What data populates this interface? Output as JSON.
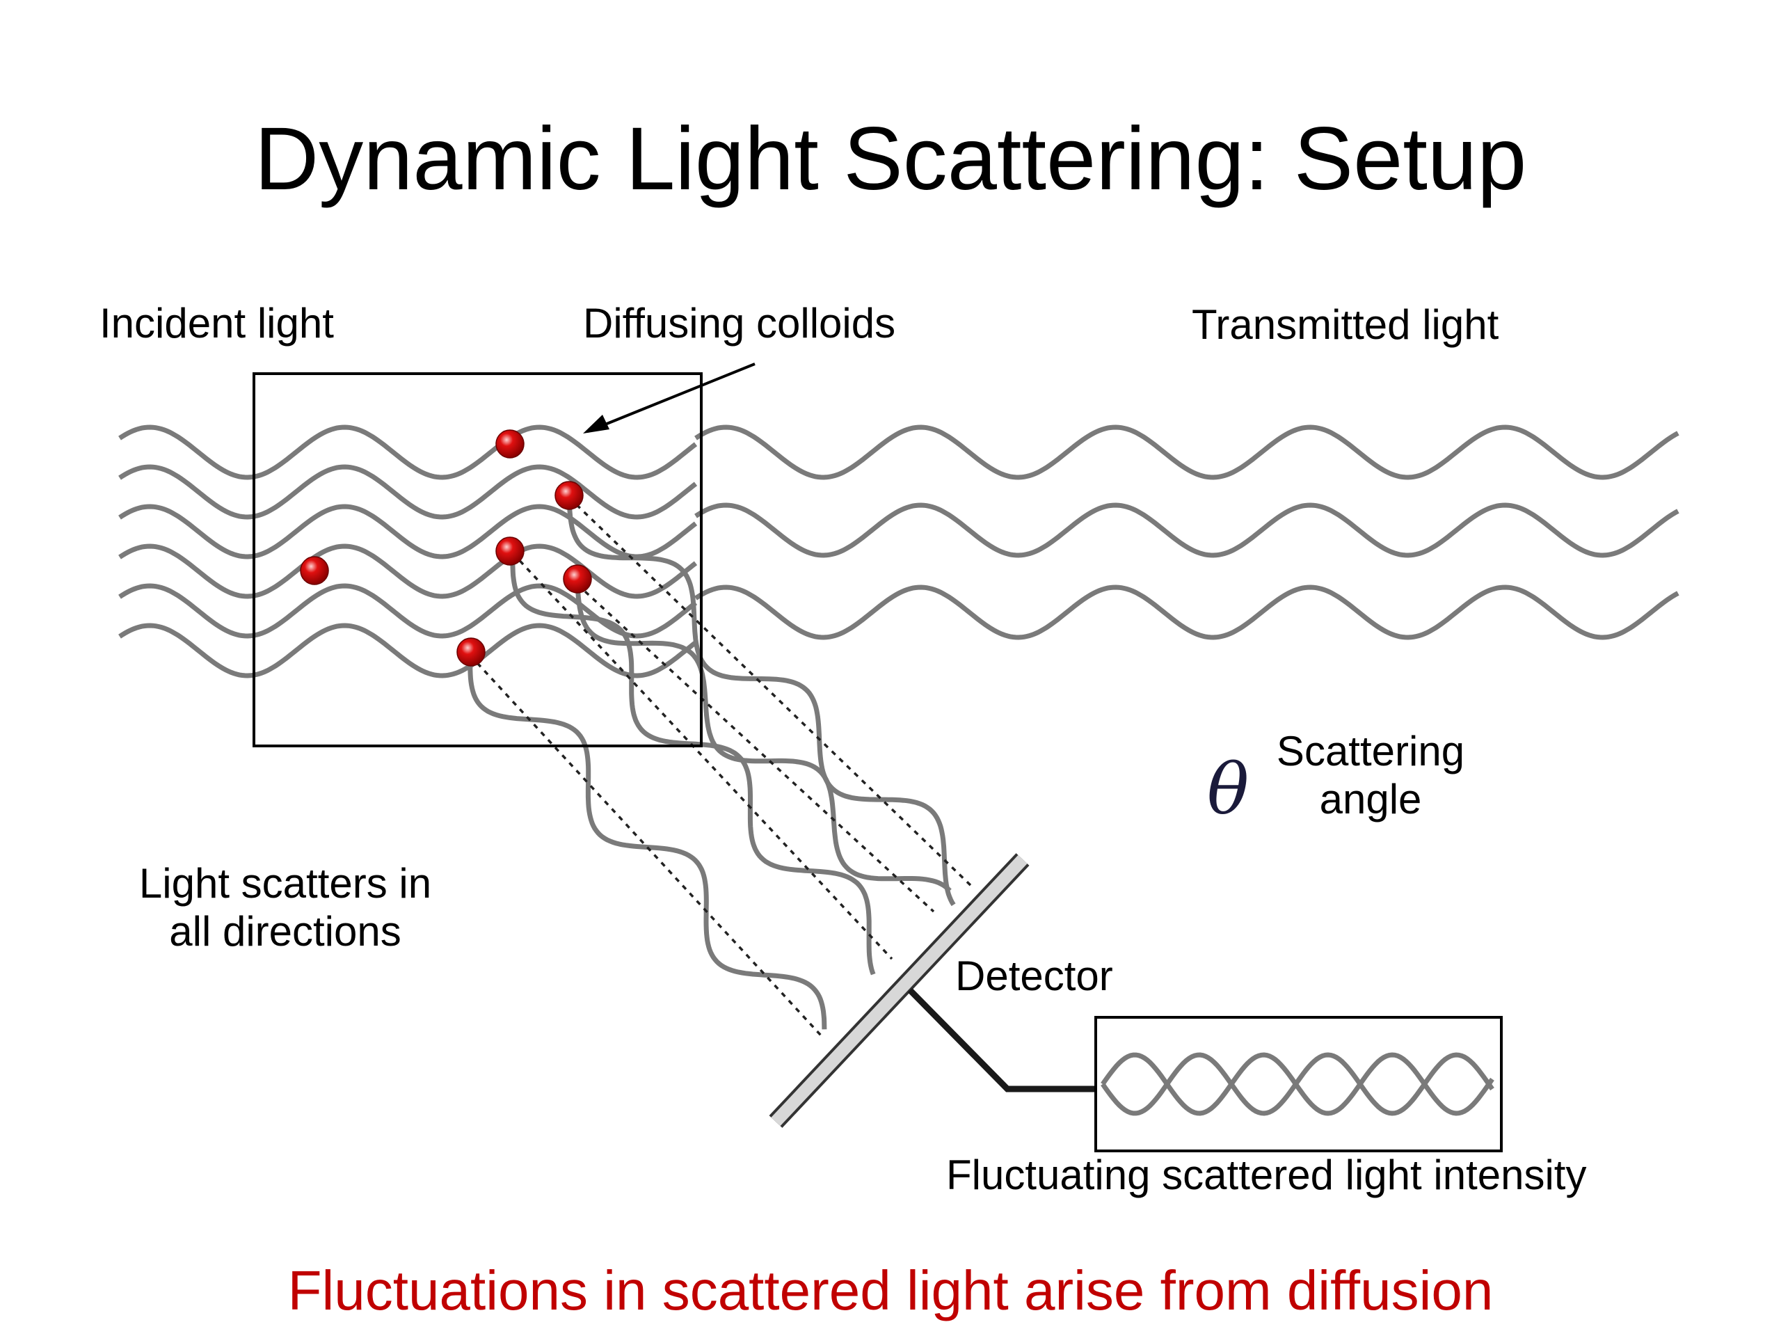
{
  "title": "Dynamic Light Scattering: Setup",
  "labels": {
    "incident": "Incident light",
    "colloids": "Diffusing colloids",
    "transmitted": "Transmitted light",
    "scattering_angle_line1": "Scattering",
    "scattering_angle_line2": "angle",
    "theta_symbol": "θ",
    "scatters_line1": "Light scatters in",
    "scatters_line2": "all directions",
    "detector": "Detector",
    "intensity": "Fluctuating scattered light intensity"
  },
  "footer": {
    "text": "Fluctuations in scattered light arise from diffusion",
    "color": "#c00000"
  },
  "colors": {
    "wave": "#7a7a7a",
    "particle": "#e01010",
    "outline": "#000000"
  }
}
